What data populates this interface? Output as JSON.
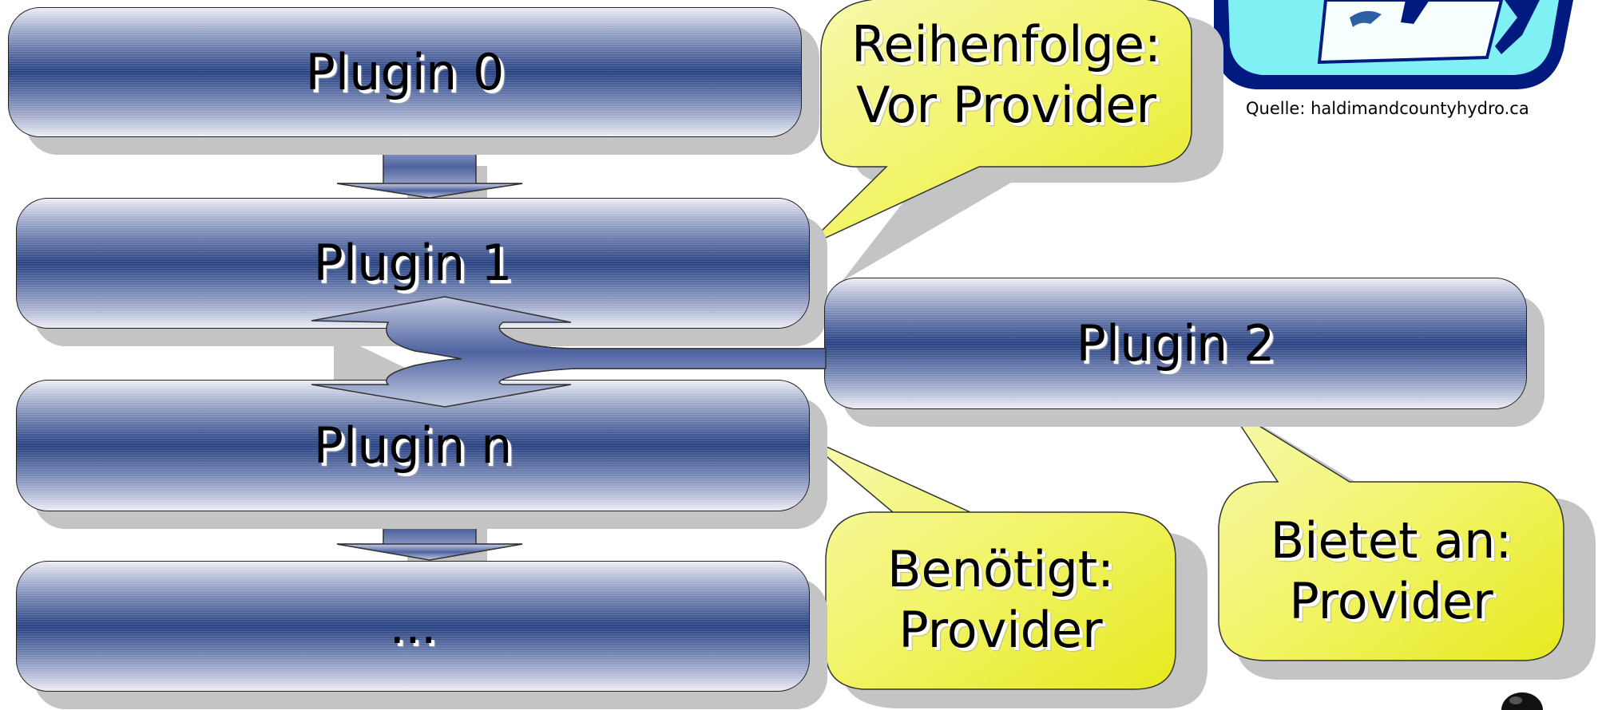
{
  "boxes": {
    "plugin_0": "Plugin 0",
    "plugin_1": "Plugin 1",
    "plugin_2": "Plugin 2",
    "plugin_n": "Plugin n",
    "more": "..."
  },
  "bubbles": {
    "order": {
      "line1": "Reihenfolge:",
      "line2": "Vor Provider"
    },
    "requires": {
      "line1": "Benötigt:",
      "line2": "Provider"
    },
    "offers": {
      "line1": "Bietet an:",
      "line2": "Provider"
    }
  },
  "image_source": "Quelle: haldimandcountyhydro.ca",
  "colors": {
    "box_dark": "#2b4585",
    "box_light": "#f2f2fa",
    "bubble_fill": "#eef24a",
    "shadow": "#c4c4c4"
  }
}
